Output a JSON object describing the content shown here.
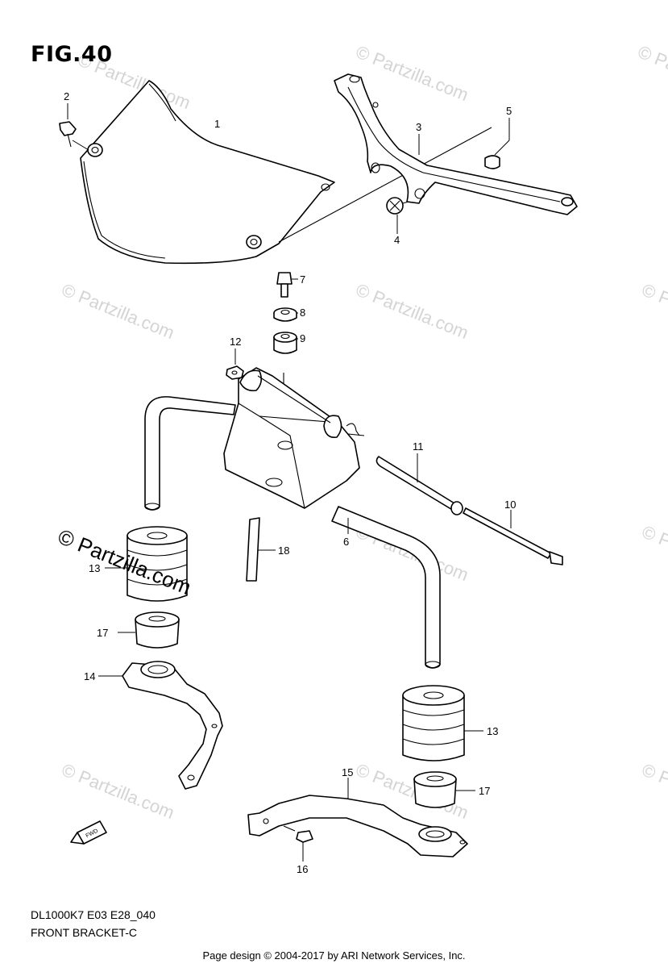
{
  "figure": {
    "title": "FIG.40",
    "code": "DL1000K7 E03 E28_040",
    "name": "FRONT BRACKET-C"
  },
  "credit": "Page design © 2004-2017 by ARI Network Services, Inc.",
  "watermark": {
    "text": "© Partzilla.com",
    "prominent_text": "© Partzilla.com"
  },
  "fwd_label": "FWD",
  "callouts": [
    "1",
    "2",
    "3",
    "4",
    "5",
    "7",
    "8",
    "9",
    "12",
    "11",
    "10",
    "6",
    "18",
    "13",
    "17",
    "14",
    "13",
    "17",
    "15",
    "16"
  ]
}
